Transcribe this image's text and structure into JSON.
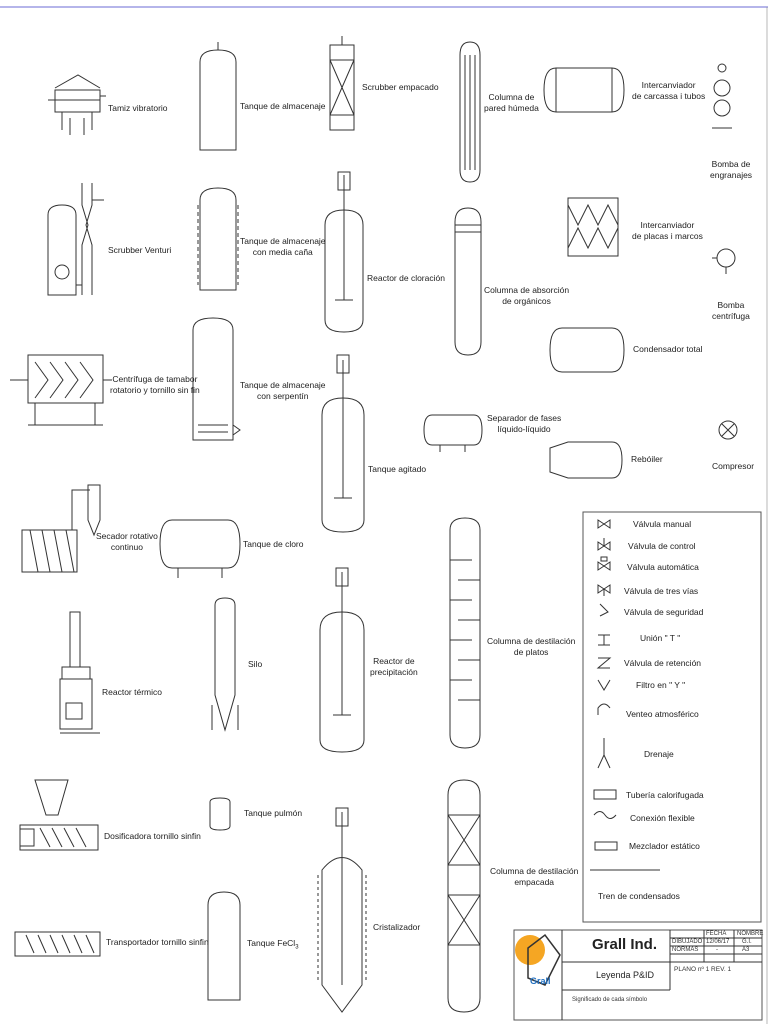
{
  "equipment": [
    {
      "id": "tamiz",
      "label": "Tamiz vibratorio"
    },
    {
      "id": "scrubber-venturi",
      "label": "Scrubber Venturi"
    },
    {
      "id": "centrifuga-tambor",
      "label": "Centrífuga de tamabor\nrotatorio y tornillo sin fin"
    },
    {
      "id": "secador",
      "label": "Secador rotativo\ncontinuo"
    },
    {
      "id": "reactor-termico",
      "label": "Reactor térmico"
    },
    {
      "id": "dosificadora",
      "label": "Dosificadora tornillo sinfin"
    },
    {
      "id": "transportador",
      "label": "Transportador tornillo sinfin"
    },
    {
      "id": "tanque-almacenaje",
      "label": "Tanque de almacenaje"
    },
    {
      "id": "tanque-media-cana",
      "label": "Tanque de almacenaje\ncon media caña"
    },
    {
      "id": "tanque-serpentin",
      "label": "Tanque de almacenaje\ncon serpentín"
    },
    {
      "id": "tanque-cloro",
      "label": "Tanque de cloro"
    },
    {
      "id": "silo",
      "label": "Silo"
    },
    {
      "id": "tanque-pulmon",
      "label": "Tanque pulmón"
    },
    {
      "id": "tanque-fecl3",
      "label": "Tanque FeCl",
      "sub": "3"
    },
    {
      "id": "scrubber-empacado",
      "label": "Scrubber empacado"
    },
    {
      "id": "reactor-cloracion",
      "label": "Reactor de cloración"
    },
    {
      "id": "tanque-agitado",
      "label": "Tanque agitado"
    },
    {
      "id": "reactor-precipitacion",
      "label": "Reactor de\nprecipitación"
    },
    {
      "id": "cristalizador",
      "label": "Cristalizador"
    },
    {
      "id": "columna-pared",
      "label": "Columna de\npared húmeda"
    },
    {
      "id": "columna-absorcion",
      "label": "Columna de absorción\nde orgánicos"
    },
    {
      "id": "separador",
      "label": "Separador de fases\nlíquido-líquido"
    },
    {
      "id": "columna-platos",
      "label": "Columna de destilación\nde platos"
    },
    {
      "id": "columna-empacada",
      "label": "Columna de destilación\nempacada"
    },
    {
      "id": "intercambiador-carcasa",
      "label": "Intercanviador\nde carcassa i tubos"
    },
    {
      "id": "intercambiador-placas",
      "label": "Intercanviador\nde placas i marcos"
    },
    {
      "id": "condensador",
      "label": "Condensador total"
    },
    {
      "id": "reboiler",
      "label": "Rebóiler"
    },
    {
      "id": "bomba-engranajes",
      "label": "Bomba de\nengranajes"
    },
    {
      "id": "bomba-centrifuga",
      "label": "Bomba\ncentrífuga"
    },
    {
      "id": "compresor",
      "label": "Compresor"
    }
  ],
  "legend": [
    "Válvula manual",
    "Válvula de control",
    "Válvula automática",
    "Válvula de tres vías",
    "Válvula de seguridad",
    "Unión \" T \"",
    "Válvula de retención",
    "Filtro en \" Y \"",
    "Venteo atmosférico",
    "Drenaje",
    "Tubería calorifugada",
    "Conexión flexible",
    "Mezclador estático",
    "Tren de condensados"
  ],
  "title_block": {
    "company": "Grall Ind.",
    "logo_text": "Grall",
    "drawing_title": "Leyenda P&ID",
    "description": "Significado de cada símbolo",
    "col_fecha": "FECHA",
    "col_nombre": "NOMBRE",
    "row1_label": "DIBUJADO",
    "row1_fecha": "12/06/17",
    "row1_nombre": "G.I.",
    "row2_label": "NORMAS",
    "row2_fecha": "-",
    "row2_nombre": "A3",
    "plano": "PLANO nº 1  REV. 1",
    "colors": {
      "logo_circle": "#f5a623",
      "logo_text": "#1f6fc1"
    }
  }
}
